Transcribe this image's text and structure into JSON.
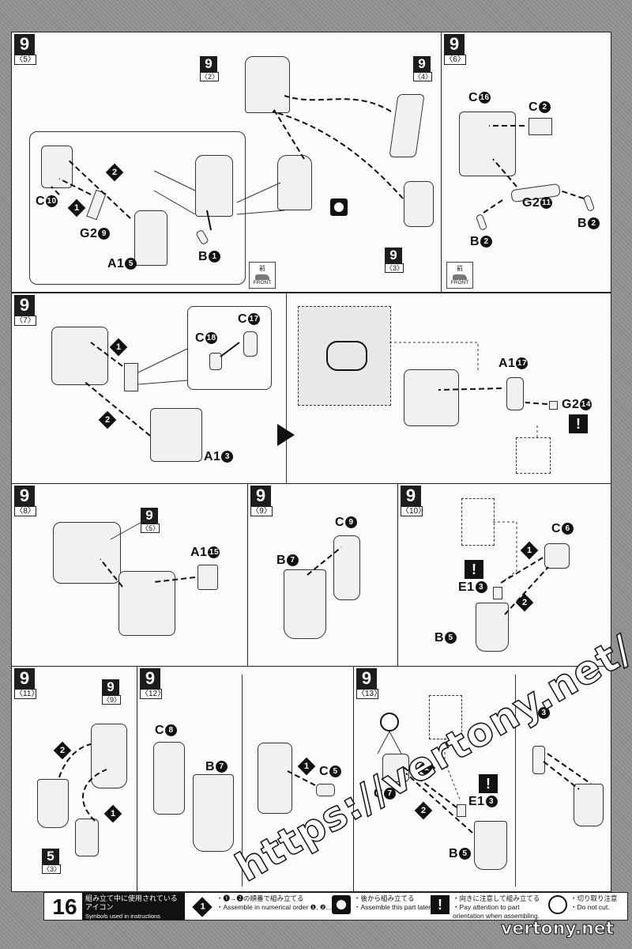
{
  "page_number": "16",
  "steps": {
    "s5": {
      "num": "9",
      "sub": "〈5〉",
      "refs": [
        {
          "n": "9",
          "s": "〈2〉"
        },
        {
          "n": "9",
          "s": "〈4〉"
        },
        {
          "n": "9",
          "s": "〈3〉"
        }
      ],
      "labels": {
        "c10": "C",
        "c10n": "10",
        "g29": "G2",
        "g29n": "9",
        "a15": "A1",
        "a15n": "5",
        "b1": "B",
        "b1n": "1"
      },
      "front_jp": "前",
      "front": "FRONT"
    },
    "s6": {
      "num": "9",
      "sub": "〈6〉",
      "labels": {
        "c16": "C",
        "c16n": "16",
        "c2": "C",
        "c2n": "2",
        "g211": "G2",
        "g211n": "11",
        "b2a": "B",
        "b2an": "2",
        "b2b": "B",
        "b2bn": "2"
      },
      "front_jp": "前",
      "front": "FRONT"
    },
    "s7": {
      "num": "9",
      "sub": "〈7〉",
      "labels": {
        "c18": "C",
        "c18n": "18",
        "c17": "C",
        "c17n": "17",
        "a13": "A1",
        "a13n": "3",
        "a117": "A1",
        "a117n": "17",
        "g214": "G2",
        "g214n": "14"
      }
    },
    "s8": {
      "num": "9",
      "sub": "〈8〉",
      "ref": {
        "n": "9",
        "s": "〈5〉"
      },
      "labels": {
        "a115": "A1",
        "a115n": "15"
      }
    },
    "s9": {
      "num": "9",
      "sub": "〈9〉",
      "labels": {
        "b7": "B",
        "b7n": "7",
        "c9": "C",
        "c9n": "9"
      }
    },
    "s10": {
      "num": "9",
      "sub": "〈10〉",
      "labels": {
        "c6": "C",
        "c6n": "6",
        "e13": "E1",
        "e13n": "3",
        "b5": "B",
        "b5n": "5"
      }
    },
    "s11": {
      "num": "9",
      "sub": "〈11〉",
      "ref": {
        "n": "9",
        "s": "〈9〉"
      },
      "ref2": {
        "n": "5",
        "s": "〈3〉"
      }
    },
    "s12": {
      "num": "9",
      "sub": "〈12〉",
      "labels": {
        "c8": "C",
        "c8n": "8",
        "b7": "B",
        "b7n": "7",
        "c5": "C",
        "c5n": "5"
      }
    },
    "s13": {
      "num": "9",
      "sub": "〈13〉",
      "labels": {
        "c7": "C",
        "c7n": "7",
        "e13": "E1",
        "e13n": "3",
        "b5": "B",
        "b5n": "5",
        "b3": "B",
        "b3n": "3"
      }
    }
  },
  "legend": {
    "title_jp": "組み立て中に使用されているアイコン",
    "title_en": "Symbols used in instructions",
    "order_jp": "・❶→❷の順番で組み立てる",
    "order_en": "・Assemble in numerical order ❶, ❷...",
    "later_jp": "・後から組み立てる",
    "later_en": "・Assemble this part later.",
    "attn_jp": "・向きに注意して組み立てる",
    "attn_en": "・Pay attention to part orientation when assembling.",
    "cut_jp": "・切り取り注意",
    "cut_en": "・Do not cut."
  },
  "watermark": "https://vertony.net/",
  "watermark_small": "vertony.net"
}
